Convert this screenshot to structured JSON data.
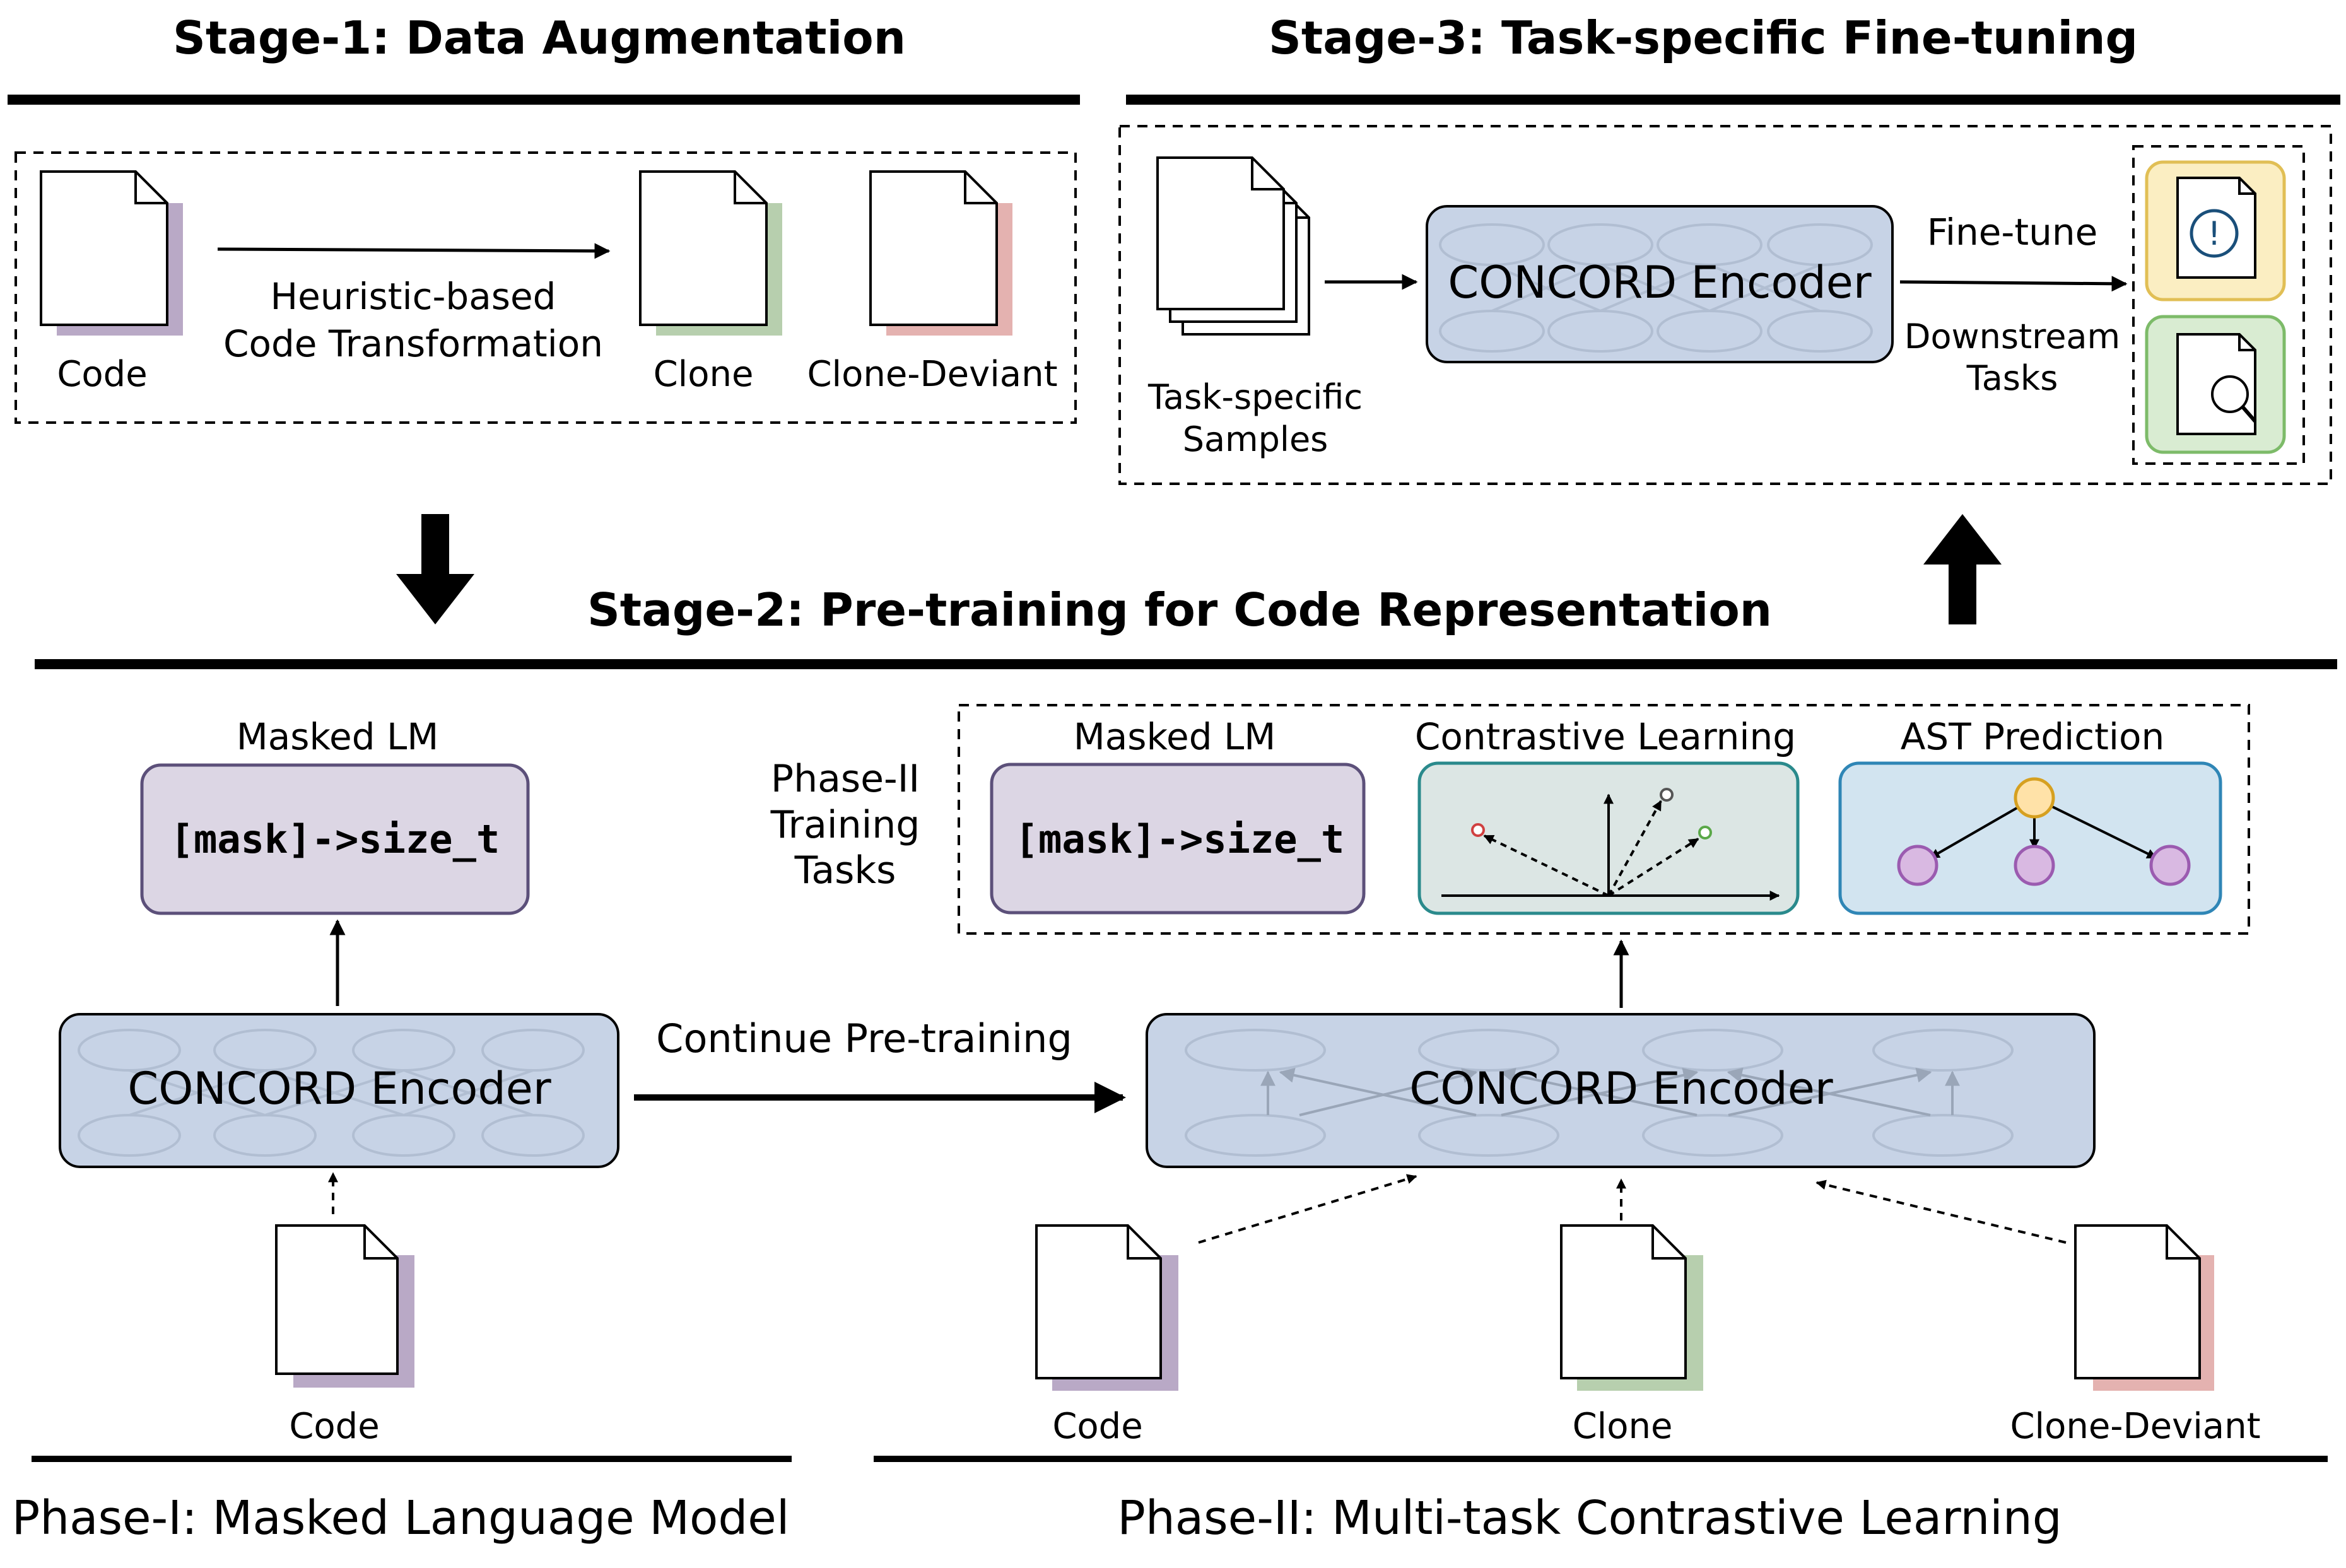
{
  "stage1": {
    "title": "Stage-1: Data Augmentation",
    "transform_line1": "Heuristic-based",
    "transform_line2": "Code Transformation",
    "code_label": "Code",
    "clone_label": "Clone",
    "deviant_label": "Clone-Deviant"
  },
  "stage2": {
    "title": "Stage-2: Pre-training for Code Representation",
    "phase1": {
      "task_title": "Masked LM",
      "mask_text": "[mask]->size_t",
      "encoder_label": "CONCORD Encoder",
      "code_label": "Code",
      "caption": "Phase-I: Masked Language Model"
    },
    "continue_label": "Continue Pre-training",
    "phase2": {
      "tasks_line1": "Phase-II",
      "tasks_line2": "Training",
      "tasks_line3": "Tasks",
      "mlm_title": "Masked LM",
      "mask_text": "[mask]->size_t",
      "cl_title": "Contrastive Learning",
      "ast_title": "AST Prediction",
      "encoder_label": "CONCORD Encoder",
      "code_label": "Code",
      "clone_label": "Clone",
      "deviant_label": "Clone-Deviant",
      "caption": "Phase-II: Multi-task Contrastive Learning"
    }
  },
  "stage3": {
    "title": "Stage-3: Task-specific Fine-tuning",
    "samples_line1": "Task-specific",
    "samples_line2": "Samples",
    "encoder_label": "CONCORD Encoder",
    "finetune_label": "Fine-tune",
    "downstream_line1": "Downstream",
    "downstream_line2": "Tasks",
    "bug_icon_glyph": "!"
  },
  "colors": {
    "code": "#b9a9c6",
    "clone": "#b7cfae",
    "deviant": "#e4b2b0",
    "encoder_fill": "#c7d3e6",
    "mlm_fill": "#dcd6e4",
    "mlm_border": "#5c507a",
    "cl_fill": "#dce6e4",
    "cl_border": "#2a8a8c",
    "ast_fill": "#d2e4f0",
    "ast_border": "#2f86b6",
    "ast_node_fill": "#d9b9e2",
    "ast_node_border": "#9b5bb0",
    "ast_root_fill": "#ffe2a8",
    "ast_root_border": "#d6a020",
    "task_yellow_fill": "#fbeec2",
    "task_yellow_border": "#e1bf55",
    "task_green_fill": "#d9ecd2",
    "task_green_border": "#7dbb69"
  }
}
